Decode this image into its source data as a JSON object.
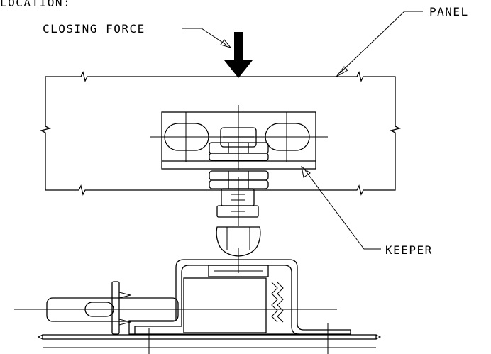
{
  "labels": {
    "location": "LOCATION:",
    "panel": "PANEL",
    "closing_force": "CLOSING FORCE",
    "keeper": "KEEPER"
  },
  "colors": {
    "ink": "#000000",
    "background": "#ffffff"
  }
}
